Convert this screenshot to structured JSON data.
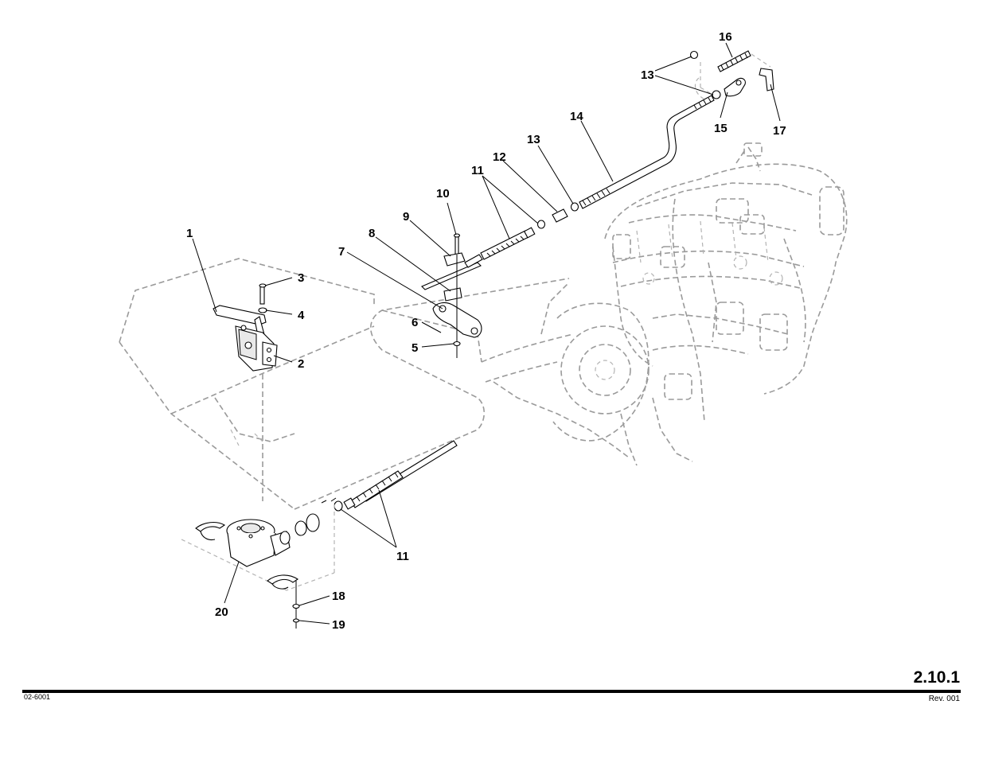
{
  "callouts": [
    {
      "id": "c1",
      "text": "1"
    },
    {
      "id": "c2",
      "text": "2"
    },
    {
      "id": "c3",
      "text": "3"
    },
    {
      "id": "c4",
      "text": "4"
    },
    {
      "id": "c5",
      "text": "5"
    },
    {
      "id": "c6",
      "text": "6"
    },
    {
      "id": "c7",
      "text": "7"
    },
    {
      "id": "c8",
      "text": "8"
    },
    {
      "id": "c9",
      "text": "9"
    },
    {
      "id": "c10",
      "text": "10"
    },
    {
      "id": "c11a",
      "text": "11"
    },
    {
      "id": "c11b",
      "text": "11"
    },
    {
      "id": "c12",
      "text": "12"
    },
    {
      "id": "c13a",
      "text": "13"
    },
    {
      "id": "c13b",
      "text": "13"
    },
    {
      "id": "c14",
      "text": "14"
    },
    {
      "id": "c15",
      "text": "15"
    },
    {
      "id": "c16",
      "text": "16"
    },
    {
      "id": "c17",
      "text": "17"
    },
    {
      "id": "c18",
      "text": "18"
    },
    {
      "id": "c19",
      "text": "19"
    },
    {
      "id": "c20",
      "text": "20"
    }
  ],
  "footer": {
    "page_number": "2.10.1",
    "drawing_number": "02-6001",
    "revision": "Rev. 001"
  }
}
